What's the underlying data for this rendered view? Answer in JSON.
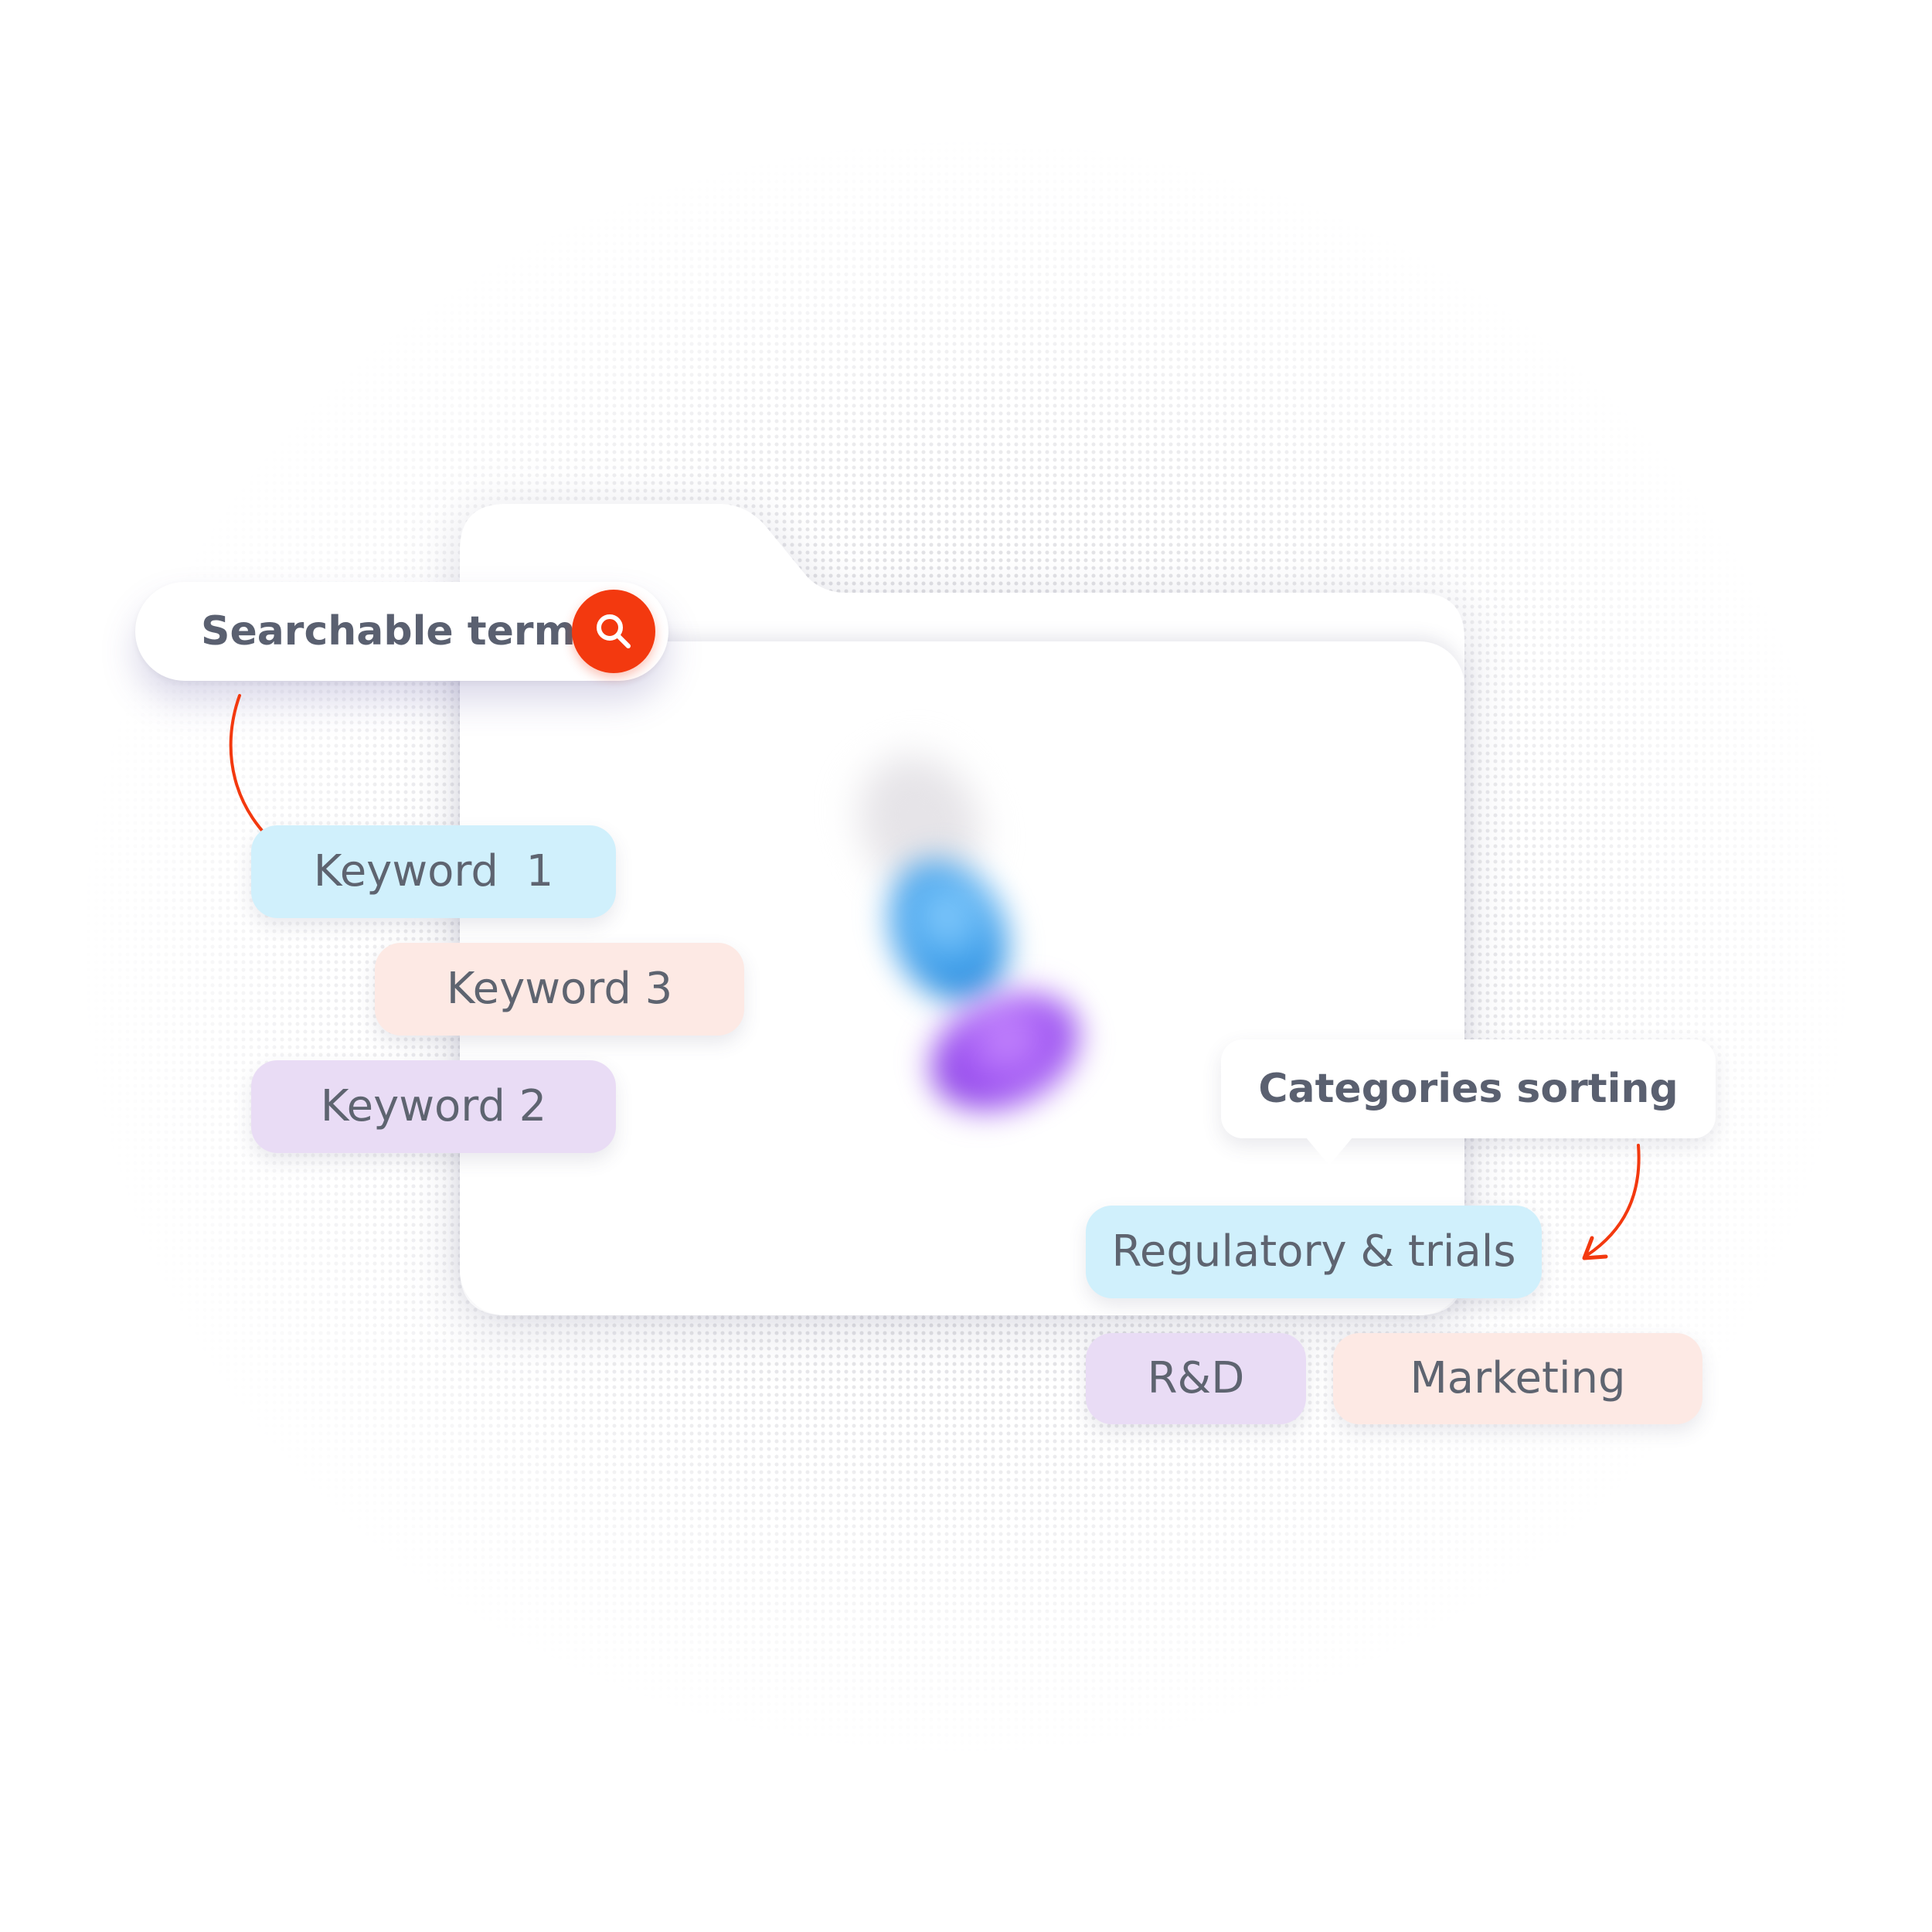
{
  "search": {
    "label": "Searchable terms",
    "icon": "search-icon",
    "button_color": "#f3390f"
  },
  "keywords": [
    {
      "label": "Keyword  1",
      "color": "#d0f0fc"
    },
    {
      "label": "Keyword 3",
      "color": "#fde9e4"
    },
    {
      "label": "Keyword 2",
      "color": "#e9dcf5"
    }
  ],
  "categories": {
    "title": "Categories sorting",
    "items": [
      {
        "label": "Regulatory & trials",
        "color": "#d0f0fc"
      },
      {
        "label": "R&D",
        "color": "#e9dcf5"
      },
      {
        "label": "Marketing",
        "color": "#fde9e4"
      }
    ]
  },
  "accent_color": "#f3390f"
}
